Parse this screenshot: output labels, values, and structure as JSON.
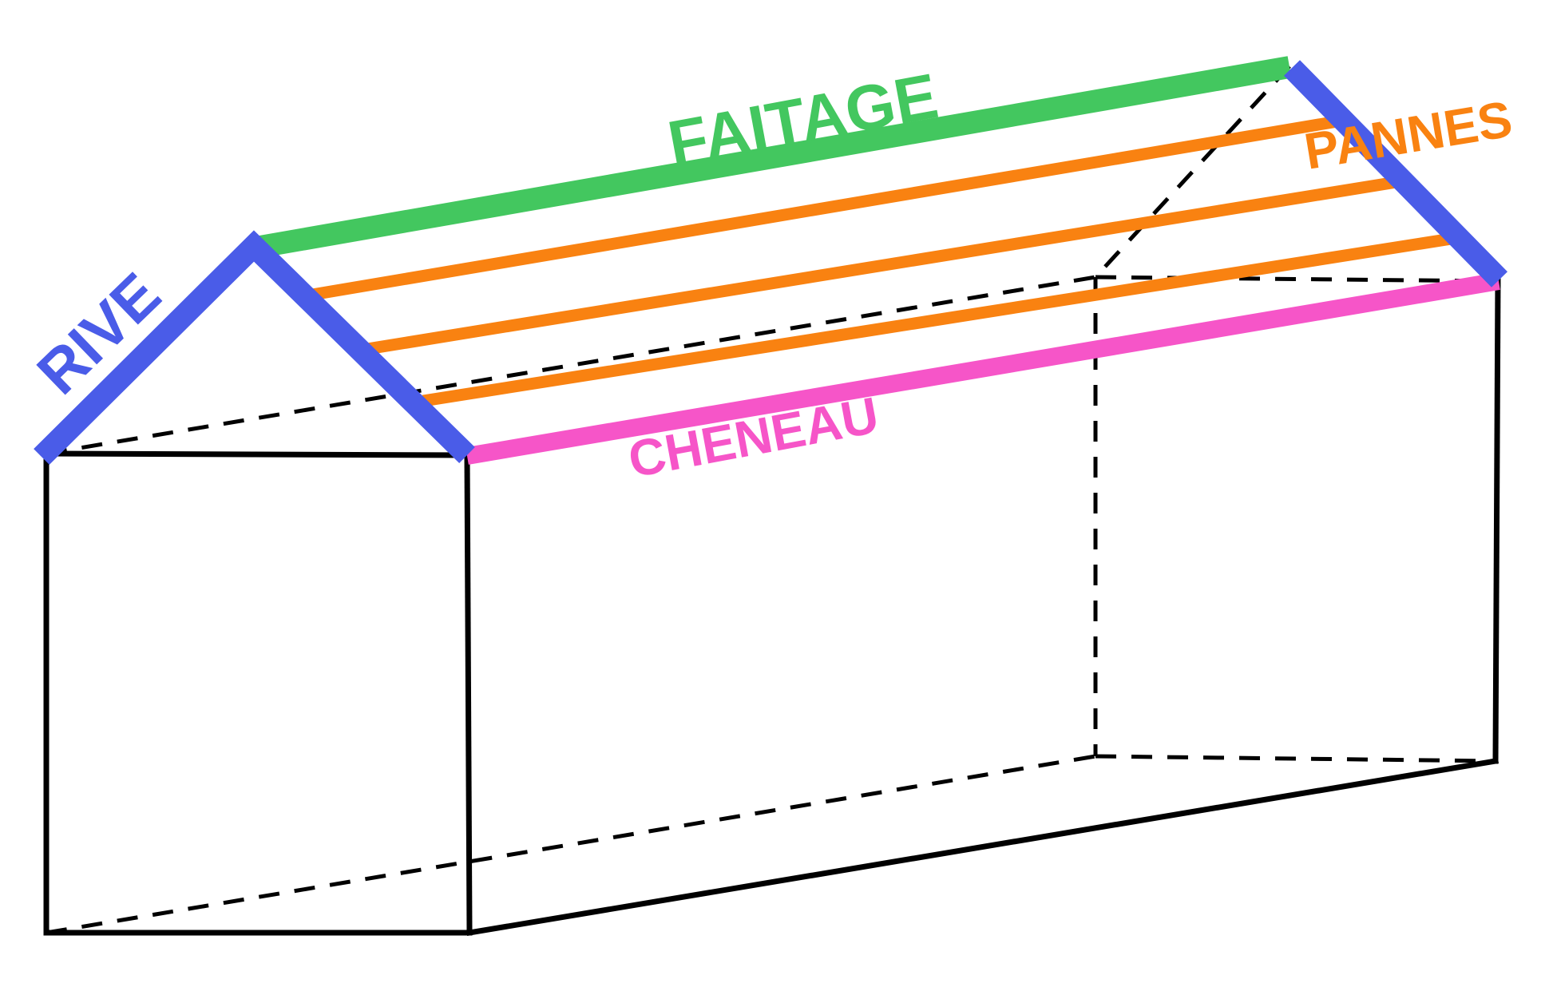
{
  "diagram": {
    "description": "French roof terminology diagram on a gabled house wireframe",
    "labels": {
      "ridge": "FAITAGE",
      "gable_edge": "RIVE",
      "purlins": "PANNES",
      "gutter": "CHENEAU"
    },
    "colors": {
      "ridge": "#43c75f",
      "gable_edge": "#4a5ce8",
      "purlins": "#f98211",
      "gutter": "#f655c8",
      "outline": "#000000",
      "background": "#ffffff"
    },
    "purlin_count": 3
  }
}
